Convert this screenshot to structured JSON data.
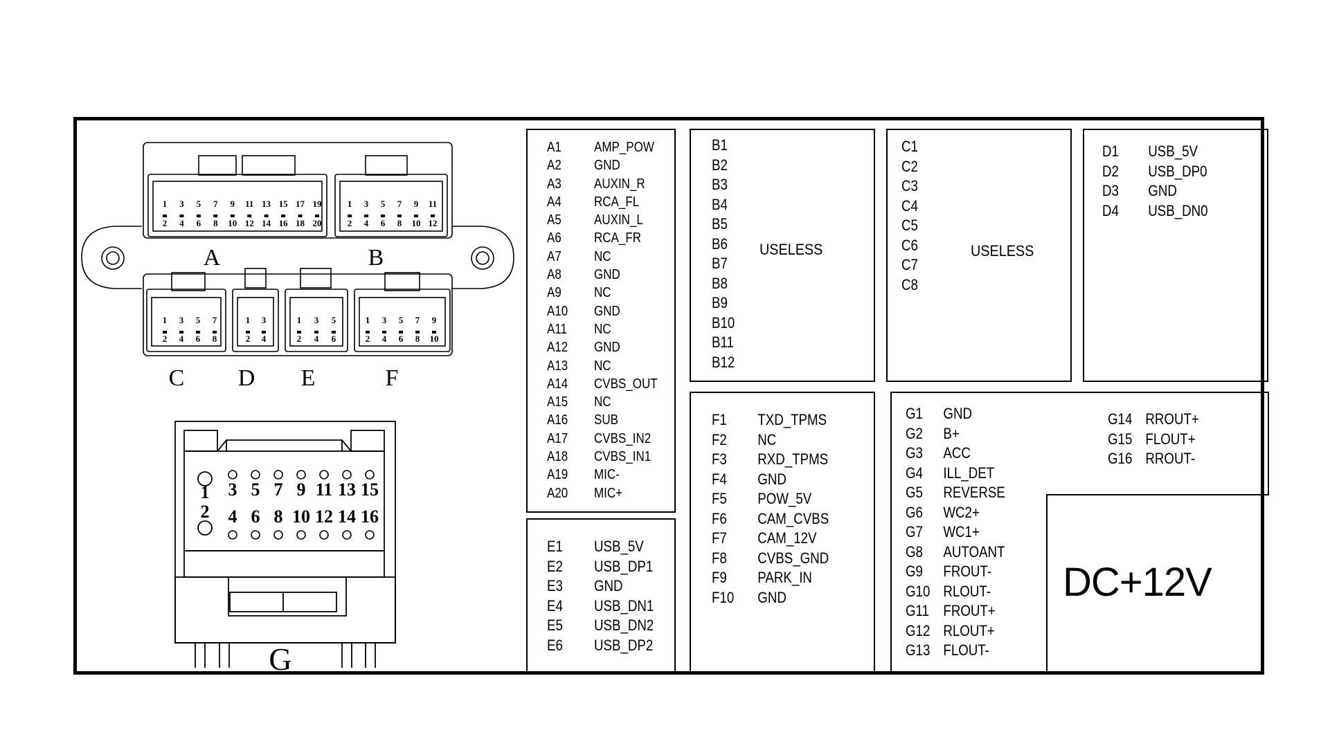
{
  "connector_labels": {
    "a": "A",
    "b": "B",
    "c": "C",
    "d": "D",
    "e": "E",
    "f": "F",
    "g": "G"
  },
  "connector_pins": {
    "a_top": [
      "1",
      "3",
      "5",
      "7",
      "9",
      "11",
      "13",
      "15",
      "17",
      "19"
    ],
    "a_bot": [
      "2",
      "4",
      "6",
      "8",
      "10",
      "12",
      "14",
      "16",
      "18",
      "20"
    ],
    "b_top": [
      "1",
      "3",
      "5",
      "7",
      "9",
      "11"
    ],
    "b_bot": [
      "2",
      "4",
      "6",
      "8",
      "10",
      "12"
    ],
    "c_top": [
      "1",
      "3",
      "5",
      "7"
    ],
    "c_bot": [
      "2",
      "4",
      "6",
      "8"
    ],
    "d_top": [
      "1",
      "3"
    ],
    "d_bot": [
      "2",
      "4"
    ],
    "e_top": [
      "1",
      "3",
      "5"
    ],
    "e_bot": [
      "2",
      "4",
      "6"
    ],
    "f_top": [
      "1",
      "3",
      "5",
      "7",
      "9"
    ],
    "f_bot": [
      "2",
      "4",
      "6",
      "8",
      "10"
    ],
    "g_top": [
      "1",
      "3",
      "5",
      "7",
      "9",
      "11",
      "13",
      "15"
    ],
    "g_bot": [
      "2",
      "4",
      "6",
      "8",
      "10",
      "12",
      "14",
      "16"
    ]
  },
  "table_a": [
    [
      "A1",
      "AMP_POW"
    ],
    [
      "A2",
      "GND"
    ],
    [
      "A3",
      "AUXIN_R"
    ],
    [
      "A4",
      "RCA_FL"
    ],
    [
      "A5",
      "AUXIN_L"
    ],
    [
      "A6",
      "RCA_FR"
    ],
    [
      "A7",
      "NC"
    ],
    [
      "A8",
      "GND"
    ],
    [
      "A9",
      "NC"
    ],
    [
      "A10",
      "GND"
    ],
    [
      "A11",
      "NC"
    ],
    [
      "A12",
      "GND"
    ],
    [
      "A13",
      "NC"
    ],
    [
      "A14",
      "CVBS_OUT"
    ],
    [
      "A15",
      "NC"
    ],
    [
      "A16",
      "SUB"
    ],
    [
      "A17",
      "CVBS_IN2"
    ],
    [
      "A18",
      "CVBS_IN1"
    ],
    [
      "A19",
      "MIC-"
    ],
    [
      "A20",
      "MIC+"
    ]
  ],
  "table_e": [
    [
      "E1",
      "USB_5V"
    ],
    [
      "E2",
      "USB_DP1"
    ],
    [
      "E3",
      "GND"
    ],
    [
      "E4",
      "USB_DN1"
    ],
    [
      "E5",
      "USB_DN2"
    ],
    [
      "E6",
      "USB_DP2"
    ]
  ],
  "table_b": [
    "B1",
    "B2",
    "B3",
    "B4",
    "B5",
    "B6",
    "B7",
    "B8",
    "B9",
    "B10",
    "B11",
    "B12"
  ],
  "table_b_note": "USELESS",
  "table_c": [
    "C1",
    "C2",
    "C3",
    "C4",
    "C5",
    "C6",
    "C7",
    "C8"
  ],
  "table_c_note": "USELESS",
  "table_d": [
    [
      "D1",
      "USB_5V"
    ],
    [
      "D2",
      "USB_DP0"
    ],
    [
      "D3",
      "GND"
    ],
    [
      "D4",
      "USB_DN0"
    ]
  ],
  "table_f": [
    [
      "F1",
      "TXD_TPMS"
    ],
    [
      "F2",
      "NC"
    ],
    [
      "F3",
      "RXD_TPMS"
    ],
    [
      "F4",
      "GND"
    ],
    [
      "F5",
      "POW_5V"
    ],
    [
      "F6",
      "CAM_CVBS"
    ],
    [
      "F7",
      "CAM_12V"
    ],
    [
      "F8",
      "CVBS_GND"
    ],
    [
      "F9",
      "PARK_IN"
    ],
    [
      "F10",
      "GND"
    ]
  ],
  "table_g_left": [
    [
      "G1",
      "GND"
    ],
    [
      "G2",
      "B+"
    ],
    [
      "G3",
      "ACC"
    ],
    [
      "G4",
      "ILL_DET"
    ],
    [
      "G5",
      "REVERSE"
    ],
    [
      "G6",
      "WC2+"
    ],
    [
      "G7",
      "WC1+"
    ],
    [
      "G8",
      "AUTOANT"
    ],
    [
      "G9",
      "FROUT-"
    ],
    [
      "G10",
      "RLOUT-"
    ],
    [
      "G11",
      "FROUT+"
    ],
    [
      "G12",
      "RLOUT+"
    ],
    [
      "G13",
      "FLOUT-"
    ]
  ],
  "table_g_right": [
    [
      "G14",
      "RROUT+"
    ],
    [
      "G15",
      "FLOUT+"
    ],
    [
      "G16",
      "RROUT-"
    ]
  ],
  "power_label": "DC+12V"
}
